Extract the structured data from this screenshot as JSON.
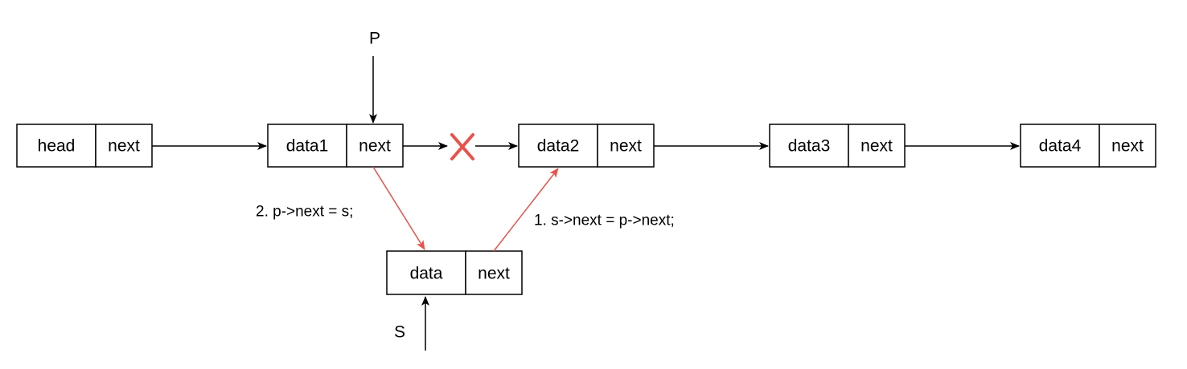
{
  "nodes": {
    "head": {
      "data": "head",
      "next": "next"
    },
    "data1": {
      "data": "data1",
      "next": "next"
    },
    "data2": {
      "data": "data2",
      "next": "next"
    },
    "data3": {
      "data": "data3",
      "next": "next"
    },
    "data4": {
      "data": "data4",
      "next": "next"
    },
    "s": {
      "data": "data",
      "next": "next"
    }
  },
  "pointers": {
    "p": "P",
    "s": "S"
  },
  "steps": {
    "step1": "1. s->next = p->next;",
    "step2": "2. p->next = s;"
  },
  "colors": {
    "line": "#000000",
    "highlight": "#e8524a"
  }
}
